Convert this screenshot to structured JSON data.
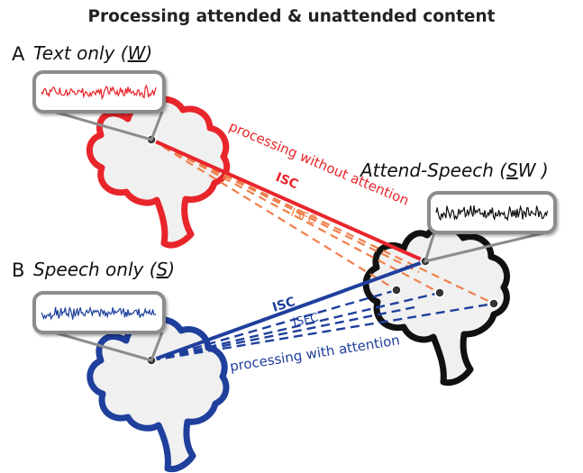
{
  "title": "Processing attended & unattended content",
  "panels": {
    "a": {
      "letter": "A",
      "name_prefix": "Text only (",
      "name_code": "W",
      "name_suffix": ")"
    },
    "b": {
      "letter": "B",
      "name_prefix": "Speech only (",
      "name_code": "S",
      "name_suffix": ")"
    },
    "attend": {
      "name_prefix": "Attend-Speech (",
      "name_code_underlined": "S",
      "name_code_rest": "W )"
    }
  },
  "labels": {
    "isc_top": "ISC",
    "isfc_top": "ISFC",
    "without_attention": "processing without attention",
    "isc_bottom": "ISC",
    "isfc_bottom": "ISFC",
    "with_attention": "processing with attention"
  },
  "colors": {
    "red": "#e8252b",
    "orange": "#f07f4a",
    "blue": "#1f3f9c",
    "black": "#111111",
    "gray_box": "#8c8c8c",
    "brain_fill": "#f0f0f0"
  }
}
